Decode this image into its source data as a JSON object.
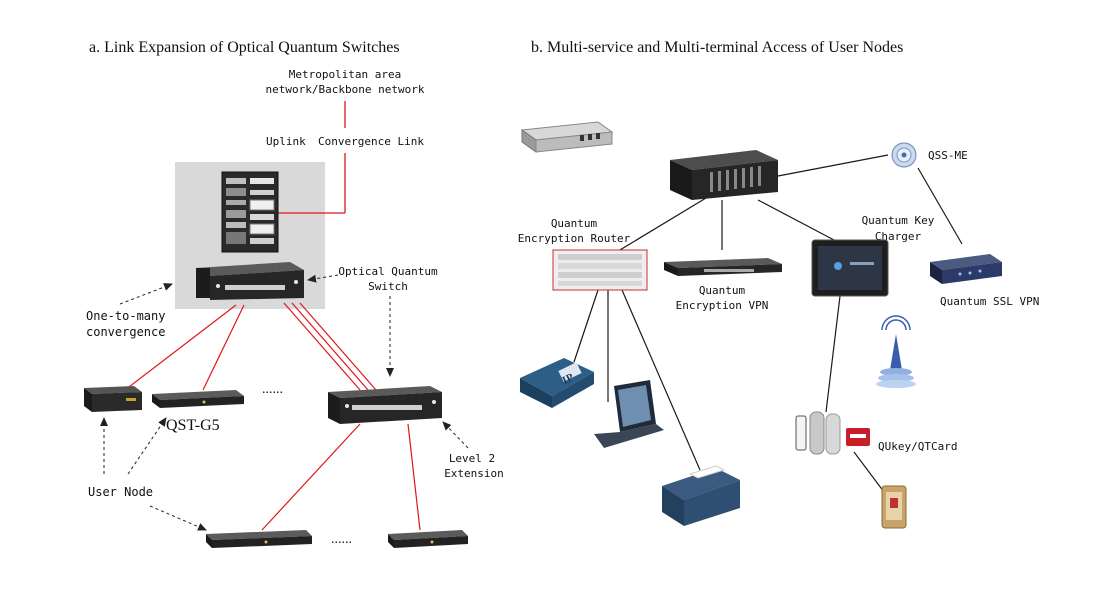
{
  "panel_a": {
    "title": "a.  Link Expansion of Optical Quantum Switches",
    "metro_line1": "Metropolitan area",
    "metro_line2": "network/Backbone network",
    "uplink": "Uplink",
    "convergence_link": "Convergence Link",
    "oqs_line1": "Optical Quantum",
    "oqs_line2": "Switch",
    "one_to_many_line1": "One-to-many",
    "one_to_many_line2": "convergence",
    "qst": "QST-G5",
    "ellipsis_top": "......",
    "ellipsis_bottom": "......",
    "level2_line1": "Level 2",
    "level2_line2": "Extension",
    "user_node": "User Node"
  },
  "panel_b": {
    "title": "b.  Multi-service and Multi-terminal Access of User Nodes",
    "qss_me": "QSS-ME",
    "router_line1": "Quantum",
    "router_line2": "Encryption Router",
    "qkc_line1": "Quantum Key",
    "qkc_line2": "Charger",
    "vpn_line1": "Quantum",
    "vpn_line2": "Encryption VPN",
    "ssl_vpn": "Quantum SSL VPN",
    "qukey": "QUkey/QTCard",
    "ip_label": "IP"
  },
  "colors": {
    "red_link": "#e0161b",
    "black_link": "#1a1a1a",
    "gray_box": "#d9d9d9"
  }
}
